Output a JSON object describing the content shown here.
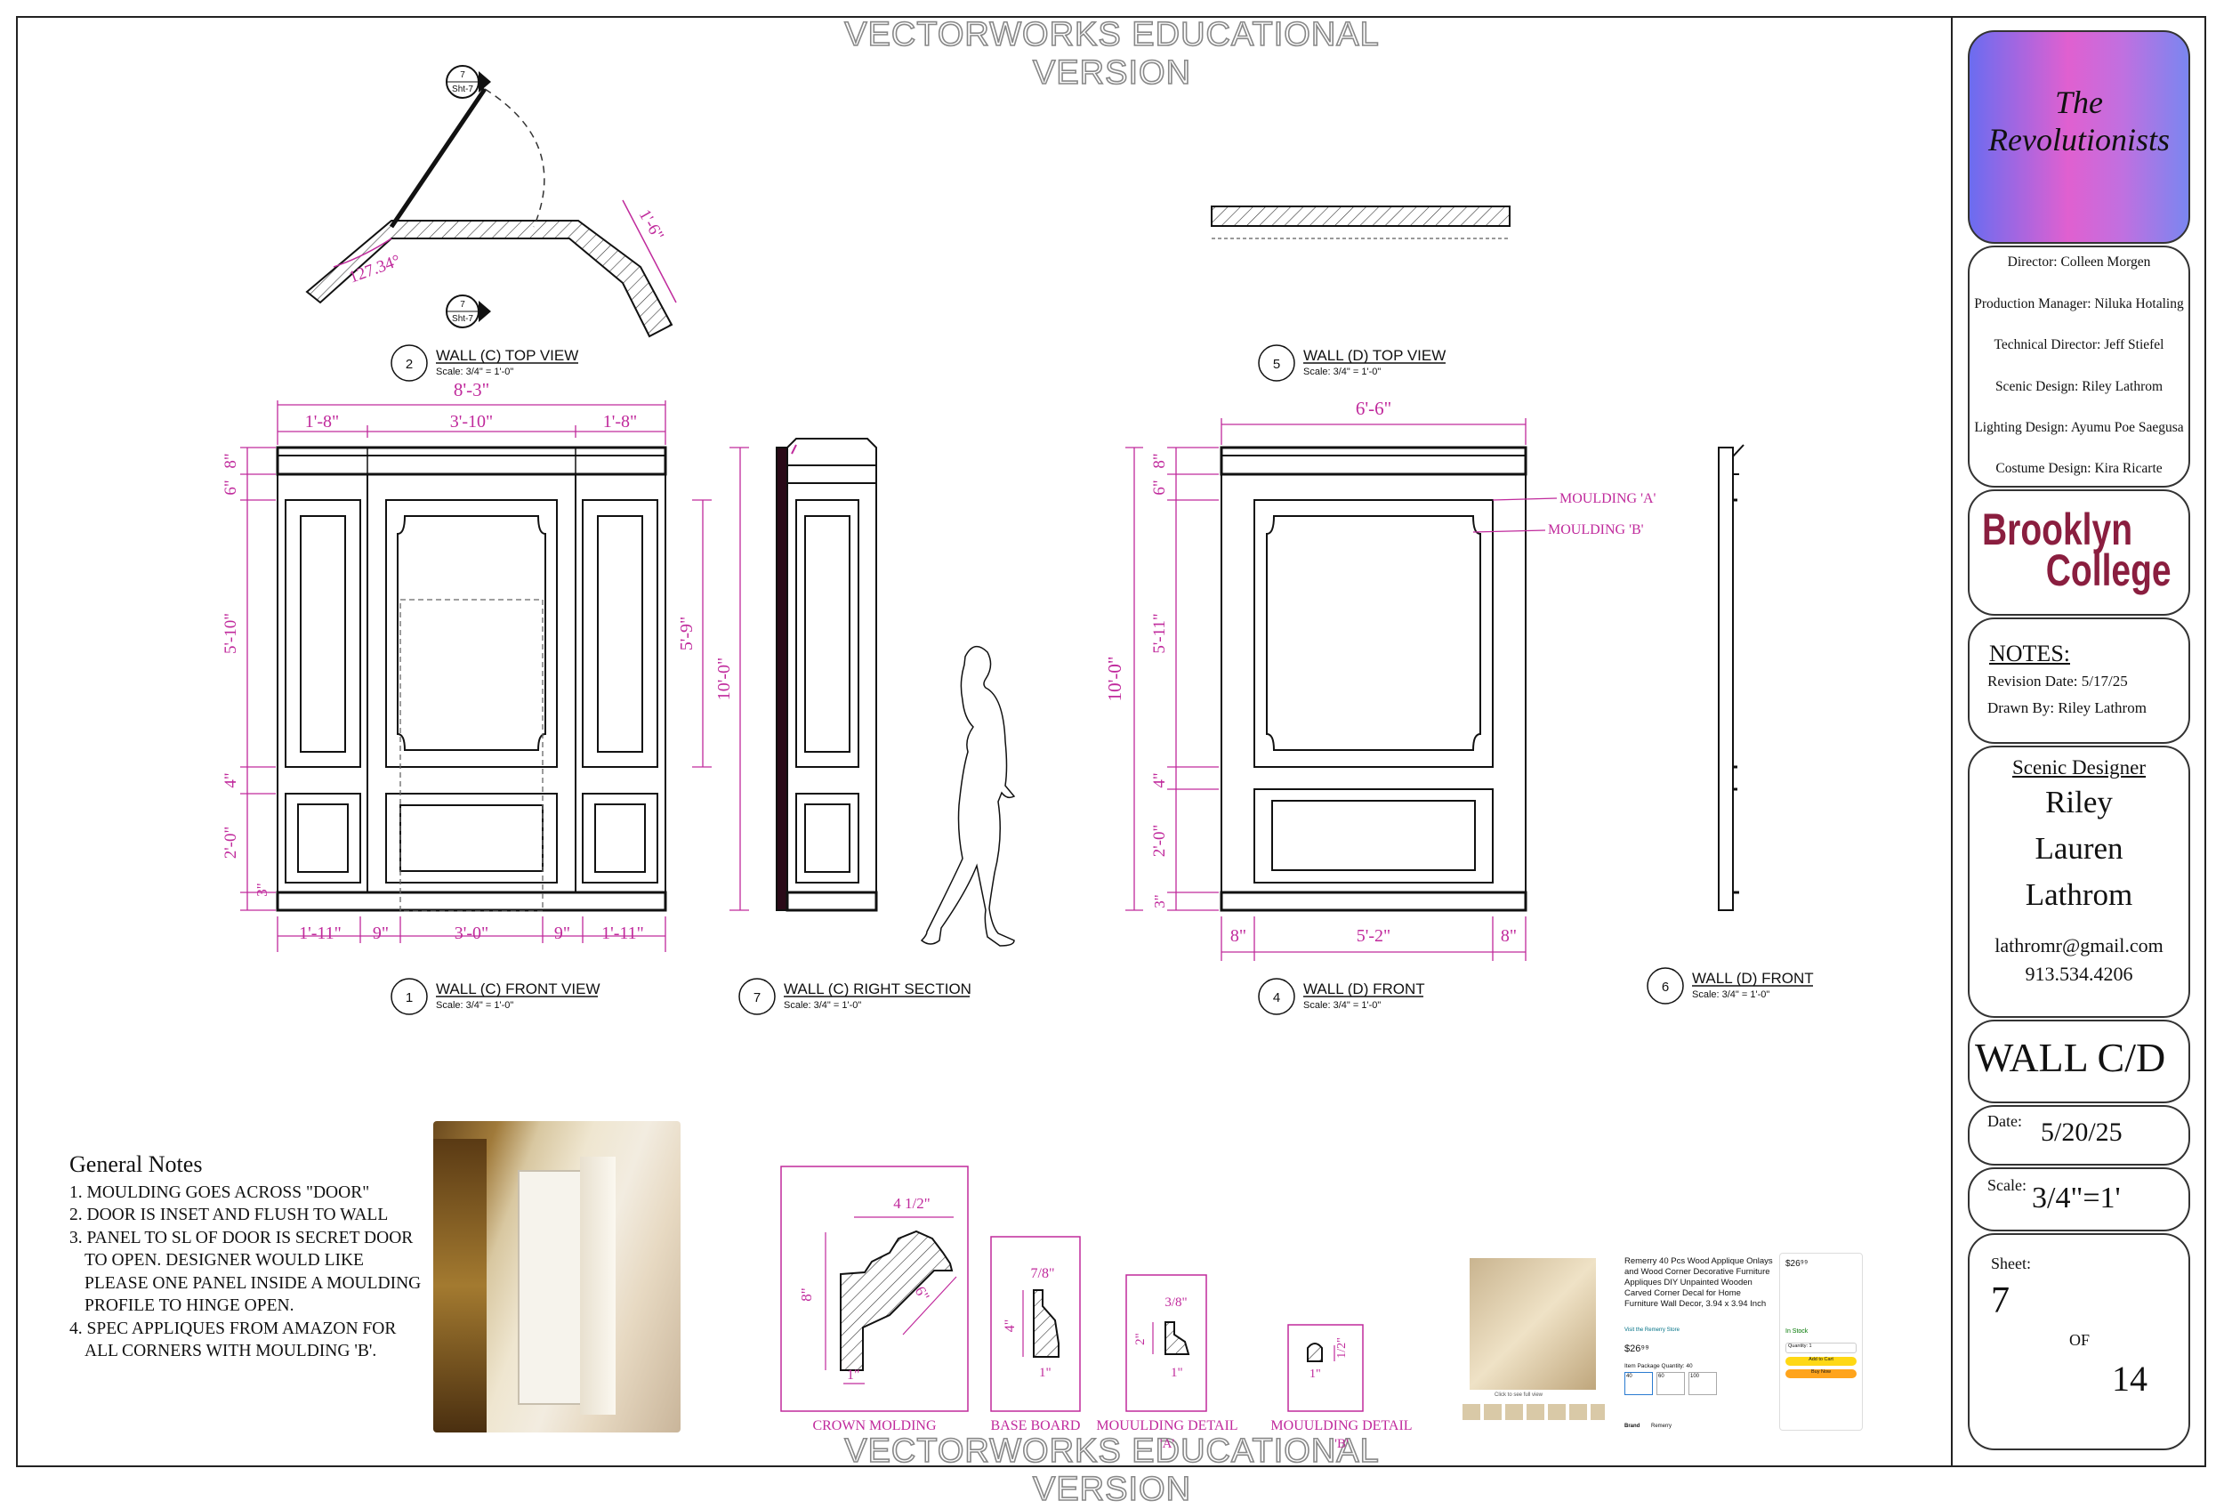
{
  "watermark": "VECTORWORKS EDUCATIONAL VERSION",
  "views": {
    "v2": {
      "num": "2",
      "title": "WALL (C) TOP VIEW",
      "scale": "Scale: 3/4\" = 1'-0\""
    },
    "v5": {
      "num": "5",
      "title": "WALL (D) TOP VIEW",
      "scale": "Scale: 3/4\" = 1'-0\""
    },
    "v1": {
      "num": "1",
      "title": "WALL (C) FRONT VIEW",
      "scale": "Scale: 3/4\" = 1'-0\""
    },
    "v7": {
      "num": "7",
      "title": "WALL (C) RIGHT SECTION",
      "scale": "Scale: 3/4\" = 1'-0\""
    },
    "v4": {
      "num": "4",
      "title": "WALL (D) FRONT",
      "scale": "Scale: 3/4\" = 1'-0\""
    },
    "v6": {
      "num": "6",
      "title": "WALL (D) FRONT",
      "scale": "Scale: 3/4\" = 1'-0\""
    }
  },
  "section_markers": {
    "top": {
      "num": "7",
      "sheet": "Sht-7"
    },
    "bottom": {
      "num": "7",
      "sheet": "Sht-7"
    }
  },
  "dims": {
    "top_c": {
      "angle": "127.34°",
      "side": "1'-6\""
    },
    "front_c": {
      "overall_width": "8'-3\"",
      "top_left": "1'-8\"",
      "top_mid": "3'-10\"",
      "top_right": "1'-8\"",
      "bot_1": "1'-11\"",
      "bot_2": "9\"",
      "bot_3": "3'-0\"",
      "bot_4": "9\"",
      "bot_5": "1'-11\"",
      "left_1": "8\"",
      "left_2": "6\"",
      "left_3": "5'-10\"",
      "left_4": "4\"",
      "left_5": "2'-0\"",
      "left_6": "3\"",
      "right_panel": "5'-9\"",
      "right_overall": "10'-0\""
    },
    "front_d": {
      "overall_width": "6'-6\"",
      "bot_1": "8\"",
      "bot_2": "5'-2\"",
      "bot_3": "8\"",
      "left_overall": "10'-0\"",
      "left_1": "8\"",
      "left_2": "6\"",
      "left_3": "5'-11\"",
      "left_4": "4\"",
      "left_5": "2'-0\"",
      "left_6": "3\"",
      "callout_a": "MOULDING 'A'",
      "callout_b": "MOULDING 'B'"
    }
  },
  "details": {
    "crown": {
      "label": "CROWN MOLDING",
      "w": "4 1/2\"",
      "h": "8\"",
      "diag": "6\"",
      "base": "1\""
    },
    "base": {
      "label": "BASE BOARD",
      "w": "7/8\"",
      "h": "4\"",
      "base": "1\""
    },
    "detail_a": {
      "label": "MOUULDING DETAIL",
      "sub": "'A'",
      "w": "3/8\"",
      "h": "2\"",
      "base": "1\""
    },
    "detail_b": {
      "label": "MOUULDING DETAIL",
      "sub": "'B'",
      "h": "1/2\"",
      "base": "1\""
    }
  },
  "general_notes": {
    "title": "General Notes",
    "items": [
      "1. MOULDING GOES ACROSS \"DOOR\"",
      "2. DOOR IS INSET AND FLUSH TO WALL",
      "3. PANEL TO SL OF DOOR IS SECRET DOOR TO OPEN. DESIGNER WOULD LIKE PLEASE ONE PANEL INSIDE A MOULDING PROFILE TO HINGE OPEN.",
      "4. SPEC APPLIQUES FROM AMAZON FOR ALL CORNERS WITH MOULDING 'B'."
    ]
  },
  "product": {
    "title": "Remerry 40 Pcs Wood Applique Onlays and Wood Corner Decorative Furniture Appliques DIY Unpainted Wooden Carved Corner Decal for Home Furniture Wall Decor, 3.94 x 3.94 Inch",
    "store": "Visit the Remerry Store",
    "price": "$26⁹⁹",
    "buybox_price": "$26⁹⁹",
    "stock": "In Stock",
    "add_to_cart": "Add to Cart",
    "buy_now": "Buy Now",
    "qty": "Quantity: 1",
    "pack": "Item Package Quantity: 40",
    "click_full": "Click to see full view",
    "options": [
      "40",
      "60",
      "100"
    ],
    "brand_label": "Brand",
    "brand": "Remerry"
  },
  "title_block": {
    "show_line1": "The",
    "show_line2": "Revolutionists",
    "gradient": [
      "#6b6cf0",
      "#e060d0",
      "#7a86f0"
    ],
    "crew": [
      "Director: Colleen Morgen",
      "Production Manager: Niluka Hotaling",
      "Technical Director: Jeff Stiefel",
      "Scenic Design: Riley Lathrom",
      "Lighting Design: Ayumu Poe Saegusa",
      "Costume Design: Kira Ricarte"
    ],
    "logo_line1": "Brooklyn",
    "logo_line2": "College",
    "logo_color": "#8a1e3f",
    "notes_title": "NOTES:",
    "revision": "Revision Date: 5/17/25",
    "drawn_by": "Drawn By: Riley Lathrom",
    "designer_title": "Scenic Designer",
    "designer_first": "Riley",
    "designer_middle": "Lauren",
    "designer_last": "Lathrom",
    "email": "lathromr@gmail.com",
    "phone": "913.534.4206",
    "sheet_name": "WALL C/D",
    "date_label": "Date:",
    "date": "5/20/25",
    "scale_label": "Scale:",
    "scale": "3/4\"=1'",
    "sheet_label": "Sheet:",
    "sheet_num": "7",
    "of_label": "OF",
    "sheet_total": "14"
  },
  "colors": {
    "dimension": "#c02a9c",
    "line": "#111111"
  }
}
